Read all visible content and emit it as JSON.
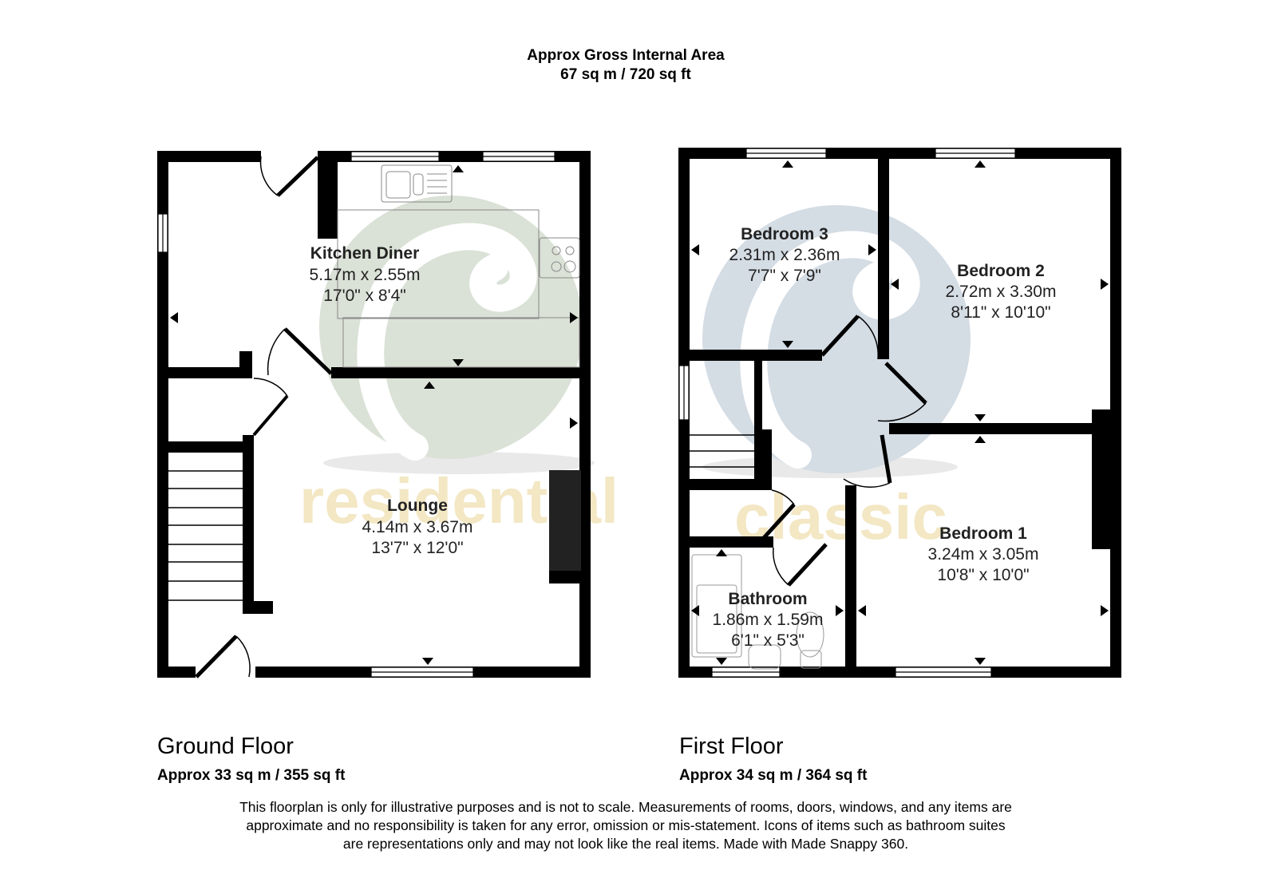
{
  "header": {
    "line1": "Approx Gross Internal Area",
    "line2": "67 sq m / 720 sq ft"
  },
  "watermark": {
    "ground_text": "residential",
    "first_text": "classic",
    "ground_circle_color": "#d4dccf",
    "first_circle_color": "#cdd6e0",
    "text_color": "#f3e7c4"
  },
  "ground_floor": {
    "title": "Ground Floor",
    "area": "Approx 33 sq m / 355 sq ft",
    "rooms": [
      {
        "name": "Kitchen Diner",
        "metric": "5.17m x 2.55m",
        "imperial": "17'0\" x 8'4\""
      },
      {
        "name": "Lounge",
        "metric": "4.14m x 3.67m",
        "imperial": "13'7\" x 12'0\""
      }
    ]
  },
  "first_floor": {
    "title": "First Floor",
    "area": "Approx 34 sq m / 364 sq ft",
    "rooms": [
      {
        "name": "Bedroom 3",
        "metric": "2.31m x 2.36m",
        "imperial": "7'7\" x 7'9\""
      },
      {
        "name": "Bedroom 2",
        "metric": "2.72m x 3.30m",
        "imperial": "8'11\" x 10'10\""
      },
      {
        "name": "Bedroom 1",
        "metric": "3.24m x 3.05m",
        "imperial": "10'8\" x 10'0\""
      },
      {
        "name": "Bathroom",
        "metric": "1.86m x 1.59m",
        "imperial": "6'1\" x 5'3\""
      }
    ]
  },
  "disclaimer": {
    "line1": "This floorplan is only for illustrative purposes and is not to scale. Measurements of rooms, doors, windows, and any items are",
    "line2": "approximate and no responsibility is taken for any error, omission or mis-statement. Icons of items such as bathroom suites",
    "line3": "are representations only and may not look like the real items. Made with Made Snappy 360."
  }
}
